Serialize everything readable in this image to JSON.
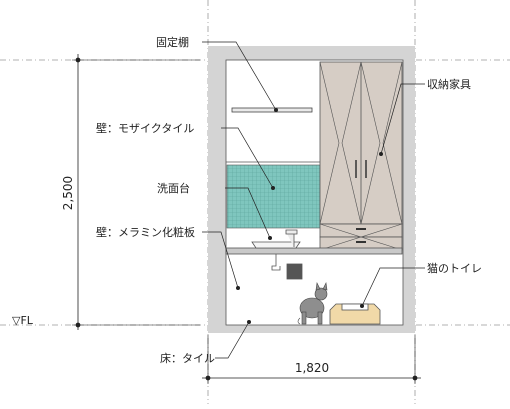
{
  "labels": {
    "fixed_shelf": "固定棚",
    "wall_mosaic": "壁：モザイクタイル",
    "washbasin": "洗面台",
    "wall_melamine": "壁：メラミン化粧板",
    "storage": "収納家具",
    "cat_toilet": "猫のトイレ",
    "floor_tile": "床：タイル",
    "fl": "▽FL"
  },
  "dimensions": {
    "height": "2,500",
    "width": "1,820"
  },
  "colors": {
    "wall_section": "#d4d4d4",
    "mosaic": "#7fc6be",
    "cabinet": "#d6cdc5",
    "counter": "#c9c9c9",
    "toilet_tray": "#f1d9a8"
  }
}
